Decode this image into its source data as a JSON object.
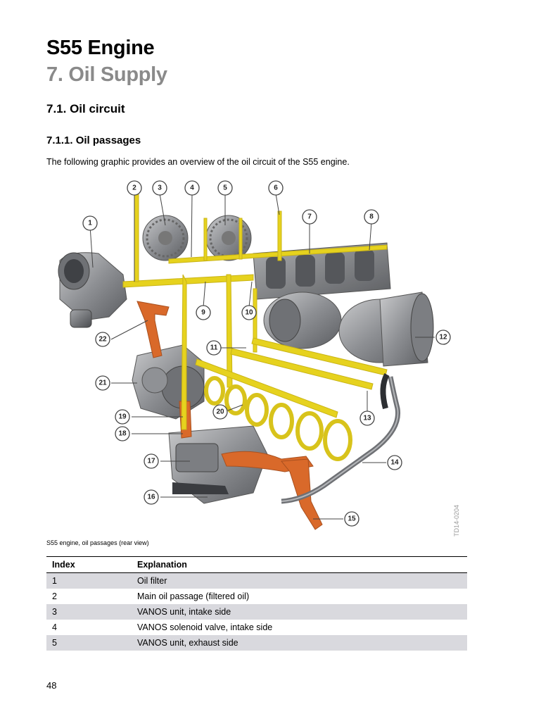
{
  "header": {
    "doc_title": "S55 Engine",
    "chapter_title": "7. Oil Supply"
  },
  "section": {
    "title": "7.1. Oil circuit",
    "subsection_title": "7.1.1. Oil passages",
    "intro": "The following graphic provides an overview of the oil circuit of the S55 engine."
  },
  "figure": {
    "callouts": [
      "1",
      "2",
      "3",
      "4",
      "5",
      "6",
      "7",
      "8",
      "9",
      "10",
      "11",
      "12",
      "13",
      "14",
      "15",
      "16",
      "17",
      "18",
      "19",
      "20",
      "21",
      "22"
    ],
    "image_code": "TD14-0204",
    "caption": "S55 engine, oil passages (rear view)",
    "colors": {
      "oil_passage": "#e6d21e",
      "unfiltered_oil": "#d9692a",
      "component": "#8d8f93"
    }
  },
  "table": {
    "headers": {
      "index": "Index",
      "explanation": "Explanation"
    },
    "rows": [
      {
        "index": "1",
        "explanation": "Oil filter"
      },
      {
        "index": "2",
        "explanation": "Main oil passage (filtered oil)"
      },
      {
        "index": "3",
        "explanation": "VANOS unit, intake side"
      },
      {
        "index": "4",
        "explanation": "VANOS solenoid valve, intake side"
      },
      {
        "index": "5",
        "explanation": "VANOS unit, exhaust side"
      }
    ]
  },
  "footer": {
    "page_number": "48"
  }
}
